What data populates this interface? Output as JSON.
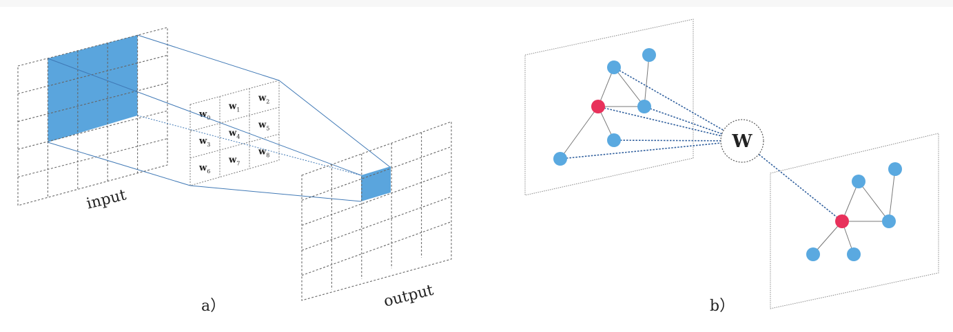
{
  "panel_a": {
    "input_label": "input",
    "output_label": "output",
    "caption": "a）",
    "kernel_weights": [
      "w0",
      "w1",
      "w2",
      "w3",
      "w4",
      "w5",
      "w6",
      "w7",
      "w8"
    ],
    "colors": {
      "highlight": "#5aa5dd",
      "grid": "#666666",
      "link": "#3f78b5"
    }
  },
  "panel_b": {
    "weight_label": "W",
    "caption": "b）",
    "colors": {
      "node": "#5aa9e0",
      "center_node": "#e8315b",
      "edge": "#777777",
      "link": "#2d5d9c"
    }
  }
}
